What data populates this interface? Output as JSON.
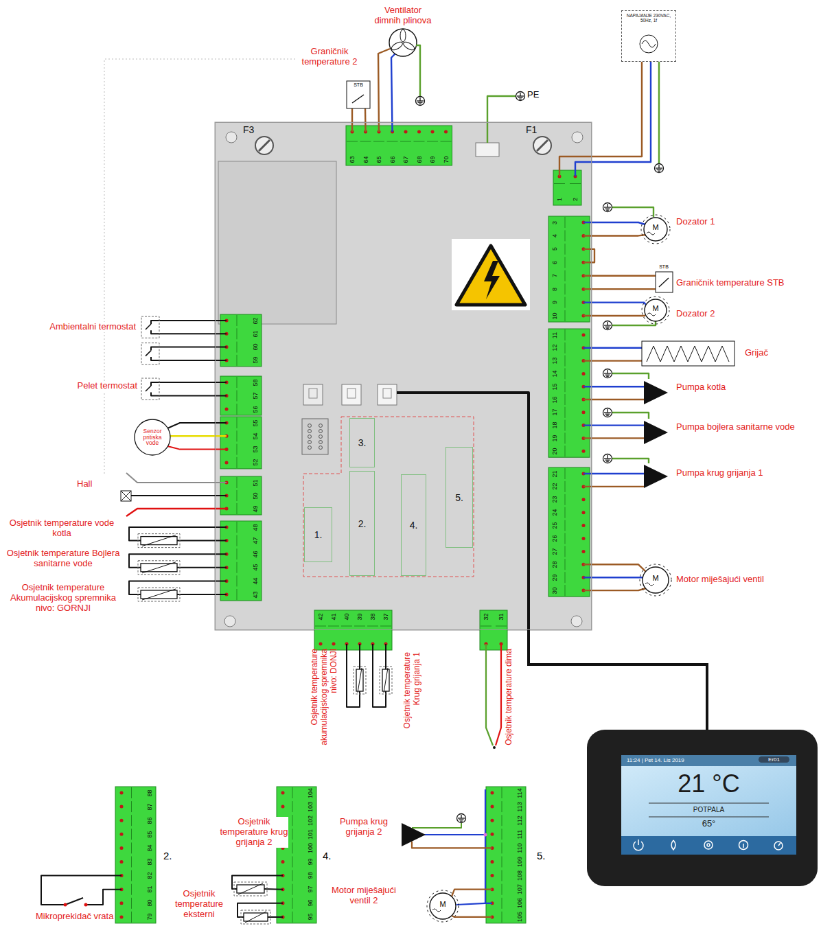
{
  "diagram": {
    "nodes": [
      {
        "text": [
          "F3",
          "F1"
        ]
      },
      {
        "text": [
          "1."
        ],
        "in": 0
      },
      {
        "text": [
          "2."
        ],
        "in": 0
      },
      {
        "text": [
          "3."
        ],
        "in": 0
      },
      {
        "text": [
          "4."
        ],
        "in": 0
      },
      {
        "text": [
          "5."
        ],
        "in": 0
      },
      {
        "text": [
          "Senzor pritiska vode"
        ]
      },
      {
        "text": [
          "NAPAJANJE 230VAC, 50Hz, 1f"
        ]
      },
      {
        "text": [
          "11:24 | Pet 14. Lis 2019",
          "Er01",
          "21 °C",
          "POTPALA",
          "65°"
        ]
      }
    ],
    "edges": [
      {
        "from": 0,
        "to": 8,
        "arrow": "none"
      }
    ],
    "labels": [
      "Ventilator dimnih plinova",
      "Graničnik temperature 2",
      "STB",
      "PE",
      "Dozator 1",
      "Graničnik temperature STB",
      "Dozator 2",
      "Grijač",
      "Pumpa kotla",
      "Pumpa bojlera sanitarne vode",
      "Pumpa krug grijanja 1",
      "Motor miješajući ventil",
      "STB",
      "M",
      "M",
      "M",
      "Ambientalni termostat",
      "Pelet termostat",
      "Hall",
      "Osjetnik temperature vode kotla",
      "Osjetnik temperature Bojlera sanitarne vode",
      "Osjetnik temperature Akumulacijskog spremnika nivo: GORNJI",
      "Osjetnik temperature akumulacijskog spremnika nivo: DONJI",
      "Osjetnik temperature Krug grijanja 1",
      "Osjetnik temperature dima",
      "Mikroprekidač vrata",
      "2.",
      "Osjetnik temperature krug grijanja 2",
      "Osjetnik temperature eksterni",
      "4.",
      "Pumpa krug grijanja 2",
      "Motor miješajući ventil 2",
      "5.",
      "M",
      "63",
      "64",
      "65",
      "66",
      "67",
      "68",
      "69",
      "70",
      "1",
      "2",
      "3",
      "4",
      "5",
      "6",
      "7",
      "8",
      "9",
      "10",
      "11",
      "12",
      "13",
      "14",
      "15",
      "16",
      "17",
      "18",
      "19",
      "20",
      "21",
      "22",
      "23",
      "24",
      "25",
      "26",
      "27",
      "28",
      "29",
      "30",
      "62",
      "61",
      "60",
      "59",
      "58",
      "57",
      "56",
      "55",
      "54",
      "53",
      "52",
      "51",
      "50",
      "49",
      "48",
      "47",
      "46",
      "45",
      "44",
      "43",
      "42",
      "41",
      "40",
      "39",
      "38",
      "37",
      "32",
      "31",
      "88",
      "87",
      "86",
      "85",
      "84",
      "83",
      "82",
      "81",
      "80",
      "79",
      "104",
      "103",
      "102",
      "101",
      "100",
      "99",
      "98",
      "97",
      "96",
      "95",
      "114",
      "113",
      "112",
      "111",
      "110",
      "109",
      "108",
      "107",
      "106",
      "105"
    ]
  }
}
